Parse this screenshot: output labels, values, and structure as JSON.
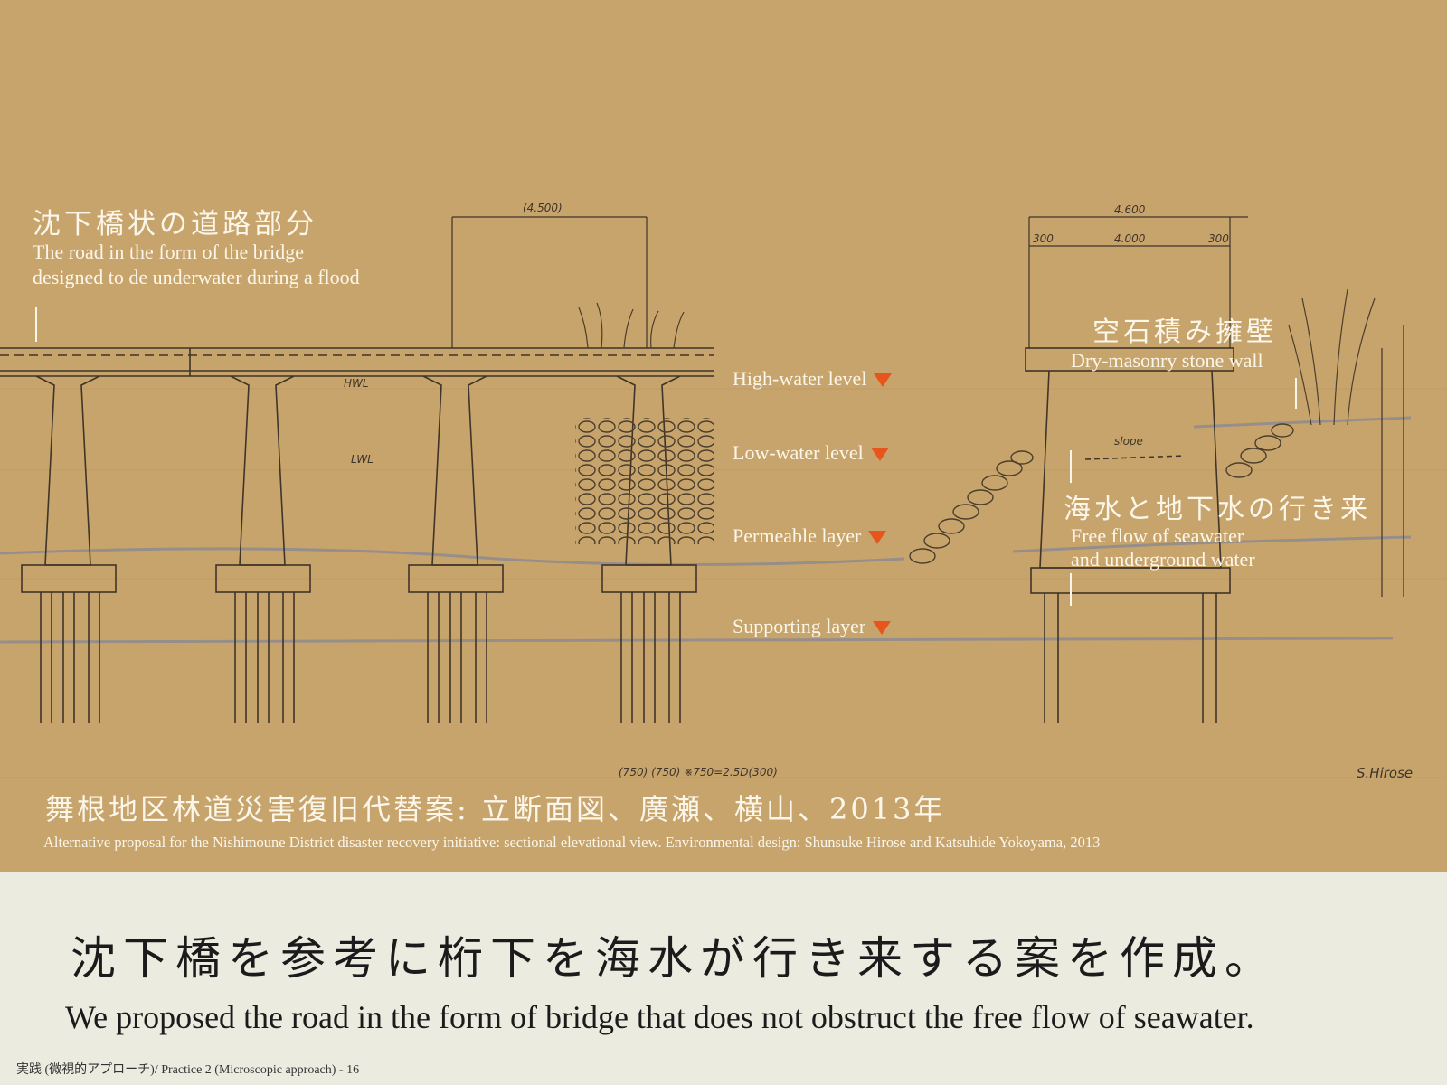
{
  "road_label": {
    "jp": "沈下橋状の道路部分",
    "en_line1": "The road in the form of the bridge",
    "en_line2": "designed to de underwater during a flood"
  },
  "wall_label": {
    "jp": "空石積み擁壁",
    "en": "Dry-masonry stone wall"
  },
  "flow_label": {
    "jp": "海水と地下水の行き来",
    "en_line1": "Free flow of seawater",
    "en_line2": "and underground water"
  },
  "levels": [
    {
      "label": "High-water level"
    },
    {
      "label": "Low-water level"
    },
    {
      "label": "Permeable layer"
    },
    {
      "label": "Supporting layer"
    }
  ],
  "drawing_annotations": {
    "dim_span": "(4.500)",
    "dim_top": "4.600",
    "dim_inner": "4.000",
    "dim_left": "300",
    "dim_right": "300",
    "hwl": "HWL",
    "lwl": "LWL",
    "slope": "slope",
    "signature": "S.Hirose",
    "bottom_dims": "(750) (750) ※750=2.5D(300)"
  },
  "title": {
    "jp": "舞根地区林道災害復旧代替案: 立断面図、廣瀬、横山、2013年",
    "en": "Alternative proposal for the Nishimoune District disaster recovery initiative: sectional elevational view. Environmental design: Shunsuke Hirose and Katsuhide Yokoyama, 2013"
  },
  "caption": {
    "jp": "沈下橋を参考に桁下を海水が行き来する案を作成。",
    "en": "We proposed  the road in the form of bridge that does not obstruct the free flow of seawater."
  },
  "footer": "実践 (微視的アプローチ)/ Practice 2 (Microscopic approach) - 16",
  "colors": {
    "paper": "#c8a46d",
    "marker": "#e8551c",
    "label_text": "#fbf6ea",
    "background": "#ecebe0"
  }
}
